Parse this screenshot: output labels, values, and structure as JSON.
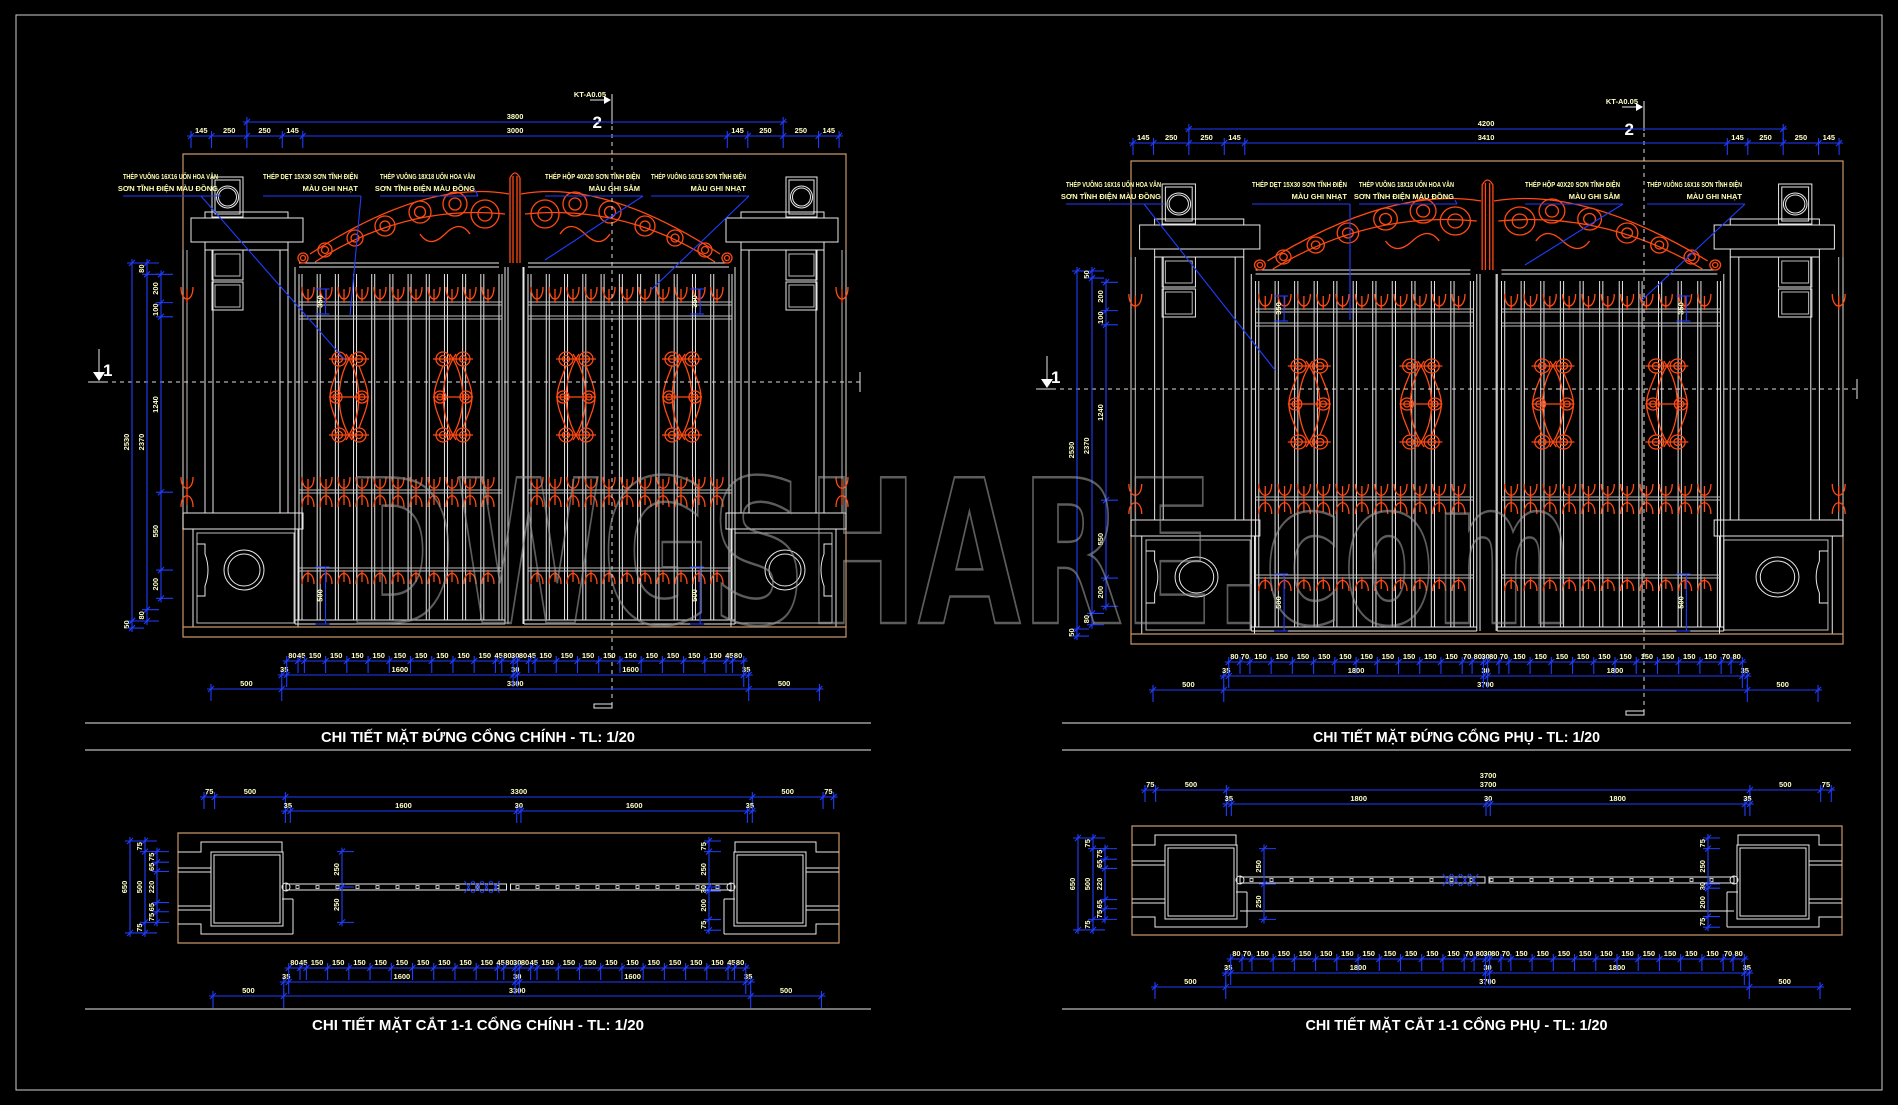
{
  "watermark": "DWGSHARE.com",
  "main_elevation": {
    "title": "CHI TIẾT MẶT ĐỨNG CỔNG CHÍNH - TL: 1/20",
    "section_marker": "1",
    "section_ref": "KT-A0.05",
    "section_ref_number": "2",
    "top_overall": "3800",
    "top_dims": [
      "145",
      "250",
      "250",
      "145",
      "3000",
      "145",
      "250",
      "250",
      "145"
    ],
    "side_dims": {
      "overall": [
        "2530"
      ],
      "middle": [
        "80",
        "2370",
        "80"
      ],
      "inner": [
        "200",
        "100",
        "1240",
        "550",
        "200"
      ],
      "base": [
        "50"
      ]
    },
    "leaf_dims": {
      "top": "350",
      "bottom": "500"
    },
    "bottom_dims": {
      "detail": [
        "80",
        "45",
        "150",
        "150",
        "150",
        "150",
        "150",
        "150",
        "150",
        "150",
        "150",
        "45",
        "80",
        "30",
        "80",
        "45",
        "150",
        "150",
        "150",
        "150",
        "150",
        "150",
        "150",
        "150",
        "150",
        "45",
        "80"
      ],
      "leaves": [
        "35",
        "1600",
        "30",
        "1600",
        "35"
      ],
      "overall": [
        "500",
        "3300",
        "500"
      ]
    },
    "annotations": [
      {
        "line1": "THÉP VUÔNG 16X16 UỐN HOA VĂN",
        "line2": "SƠN TĨNH ĐIỆN MÀU ĐỒNG"
      },
      {
        "line1": "THÉP DẸT 15X30 SƠN TĨNH ĐIỆN",
        "line2": "MÀU GHI NHẠT"
      },
      {
        "line1": "THÉP VUÔNG 18X18 UỐN HOA VĂN",
        "line2": "SƠN TĨNH ĐIỆN MÀU ĐỒNG"
      },
      {
        "line1": "THÉP HỘP 40X20 SƠN TĨNH ĐIỆN",
        "line2": "MÀU GHI SẪM"
      },
      {
        "line1": "THÉP VUÔNG 16X16 SƠN TĨNH ĐIỆN",
        "line2": "MÀU GHI NHẠT"
      }
    ]
  },
  "side_elevation": {
    "title": "CHI TIẾT MẶT ĐỨNG CỔNG PHỤ - TL: 1/20",
    "section_marker": "1",
    "section_ref": "KT-A0.05",
    "section_ref_number": "2",
    "top_overall": "4200",
    "top_dims": [
      "145",
      "250",
      "250",
      "145",
      "3410",
      "145",
      "250",
      "250",
      "145"
    ],
    "side_dims": {
      "overall": [
        "2530"
      ],
      "middle": [
        "50",
        "2370",
        "80"
      ],
      "inner": [
        "200",
        "100",
        "1240",
        "550",
        "200"
      ],
      "base": [
        "50"
      ]
    },
    "leaf_dims": {
      "top": "350",
      "bottom": "500"
    },
    "bottom_dims": {
      "detail": [
        "80",
        "70",
        "150",
        "150",
        "150",
        "150",
        "150",
        "150",
        "150",
        "150",
        "150",
        "150",
        "70",
        "80",
        "30",
        "80",
        "70",
        "150",
        "150",
        "150",
        "150",
        "150",
        "150",
        "150",
        "150",
        "150",
        "150",
        "70",
        "80"
      ],
      "leaves": [
        "35",
        "1800",
        "30",
        "1800",
        "35"
      ],
      "overall": [
        "500",
        "3700",
        "500"
      ]
    },
    "annotations": [
      {
        "line1": "THÉP VUÔNG 16X16 UỐN HOA VĂN",
        "line2": "SƠN TĨNH ĐIỆN MÀU ĐỒNG"
      },
      {
        "line1": "THÉP DẸT 15X30 SƠN TĨNH ĐIỆN",
        "line2": "MÀU GHI NHẠT"
      },
      {
        "line1": "THÉP VUÔNG 18X18 UỐN HOA VĂN",
        "line2": "SƠN TĨNH ĐIỆN MÀU ĐỒNG"
      },
      {
        "line1": "THÉP HỘP 40X20 SƠN TĨNH ĐIỆN",
        "line2": "MÀU GHI SẪM"
      },
      {
        "line1": "THÉP VUÔNG 16X16 SƠN TĨNH ĐIỆN",
        "line2": "MÀU GHI NHẠT"
      }
    ]
  },
  "main_section": {
    "title": "CHI TIẾT MẶT CẮT 1-1 CỔNG CHÍNH - TL: 1/20",
    "top_dims": [
      "75",
      "500",
      "3300",
      "500",
      "75"
    ],
    "top_leaves": [
      "35",
      "1600",
      "30",
      "1600",
      "35"
    ],
    "left_dims": {
      "overall": [
        "650"
      ],
      "middle": [
        "75",
        "500",
        "75"
      ],
      "inner": [
        "75",
        "65",
        "220",
        "65",
        "75"
      ]
    },
    "gate_dims": [
      "250",
      "250"
    ],
    "right_dims": [
      "75",
      "250",
      "30",
      "200",
      "75"
    ],
    "bottom_dims": {
      "detail": [
        "80",
        "45",
        "150",
        "150",
        "150",
        "150",
        "150",
        "150",
        "150",
        "150",
        "150",
        "45",
        "80",
        "30",
        "80",
        "45",
        "150",
        "150",
        "150",
        "150",
        "150",
        "150",
        "150",
        "150",
        "150",
        "45",
        "80"
      ],
      "leaves": [
        "35",
        "1600",
        "30",
        "1600",
        "35"
      ],
      "overall": [
        "500",
        "3300",
        "500"
      ]
    }
  },
  "side_section": {
    "title": "CHI TIẾT MẶT CẮT 1-1 CỔNG PHỤ - TL: 1/20",
    "top_overall": "3700",
    "top_dims": [
      "75",
      "500",
      "3700",
      "500",
      "75"
    ],
    "top_leaves": [
      "35",
      "1800",
      "30",
      "1800",
      "35"
    ],
    "left_dims": {
      "overall": [
        "650"
      ],
      "middle": [
        "75",
        "500",
        "75"
      ],
      "inner": [
        "75",
        "65",
        "220",
        "65",
        "75"
      ]
    },
    "gate_dims": [
      "250",
      "250"
    ],
    "right_dims": [
      "75",
      "250",
      "30",
      "200",
      "75"
    ],
    "bottom_dims": {
      "detail": [
        "80",
        "70",
        "150",
        "150",
        "150",
        "150",
        "150",
        "150",
        "150",
        "150",
        "150",
        "150",
        "70",
        "80",
        "30",
        "80",
        "70",
        "150",
        "150",
        "150",
        "150",
        "150",
        "150",
        "150",
        "150",
        "150",
        "150",
        "70",
        "80"
      ],
      "leaves": [
        "35",
        "1800",
        "30",
        "1800",
        "35"
      ],
      "overall": [
        "500",
        "3700",
        "500"
      ]
    }
  },
  "colors": {
    "background": "#000000",
    "dimension": "#1f3dff",
    "ornament": "#ff4a12",
    "frame": "#c8966a",
    "text": "#ffffc8"
  }
}
